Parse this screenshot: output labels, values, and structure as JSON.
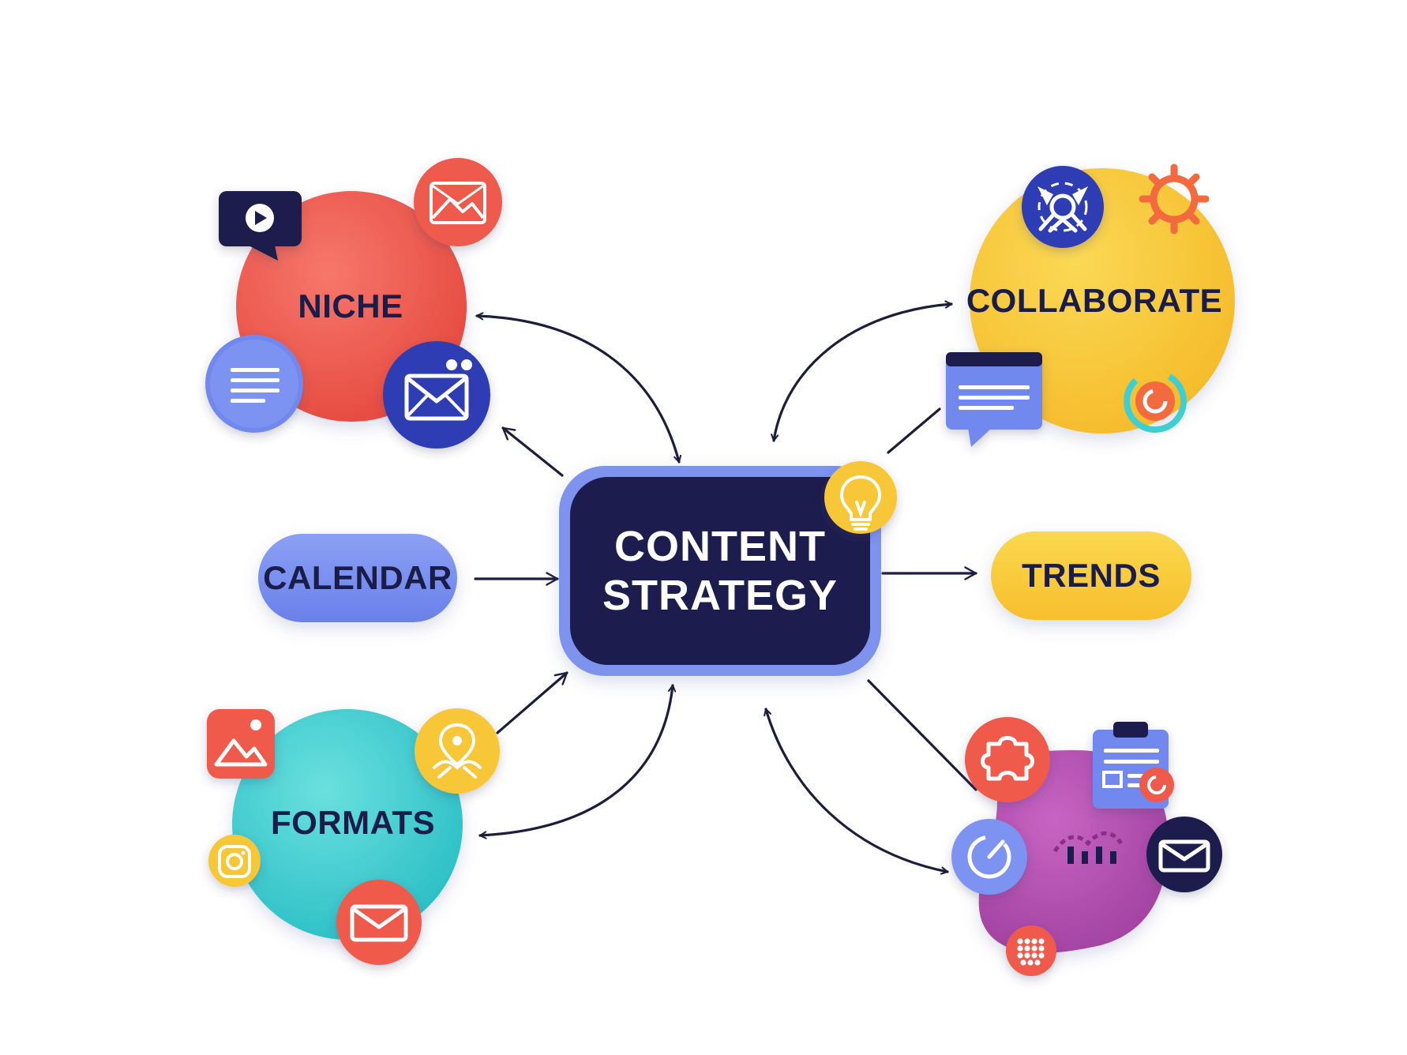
{
  "diagram": {
    "center_node": {
      "line1": "CONTENT",
      "line2": "STRATEGY"
    },
    "nodes": {
      "niche": "NICHE",
      "collaborate": "COLLABORATE",
      "calendar": "CALENDAR",
      "trends": "TRENDS",
      "formats": "FORMATS"
    },
    "colors": {
      "navy": "#1c1c4e",
      "center_border": "#7d93ee",
      "red": "#ef5a4c",
      "blue": "#7188ef",
      "dark_blue": "#2d3eb4",
      "yellow": "#f7c739",
      "teal": "#3fcfd2",
      "purple": "#b24fb0",
      "orange": "#f26a3e",
      "arrow": "#1c1c3c"
    },
    "icons": [
      "video-chat-icon",
      "image-icon",
      "document-icon",
      "envelope-icon",
      "team-hub-icon",
      "sun-gear-icon",
      "chat-window-icon",
      "refresh-icon",
      "lightbulb-icon",
      "photo-icon",
      "location-icon",
      "camera-icon",
      "puzzle-icon",
      "clipboard-icon",
      "timer-icon",
      "chart-icon",
      "grid-icon"
    ]
  }
}
